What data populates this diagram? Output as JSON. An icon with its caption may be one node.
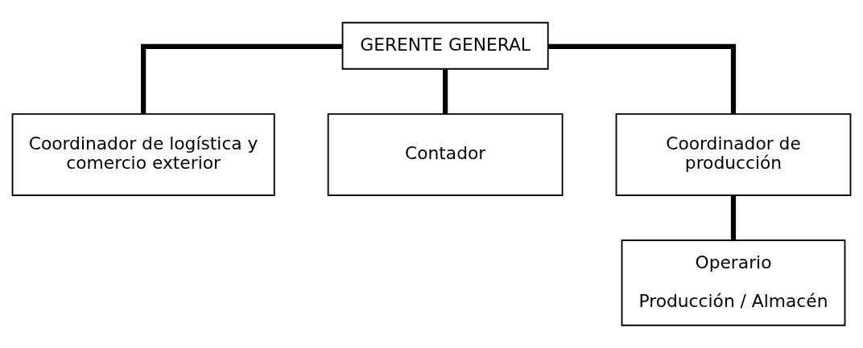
{
  "diagram": {
    "nodes": [
      {
        "text": [
          "GERENTE GENERAL"
        ]
      },
      {
        "text": [
          "Coordinador de logística y comercio exterior"
        ]
      },
      {
        "text": [
          "Contador"
        ]
      },
      {
        "text": [
          "Coordinador de producción"
        ]
      },
      {
        "text": [
          "Operario",
          "Producción / Almacén"
        ]
      }
    ],
    "edges": [
      {
        "from": 0,
        "to": 1,
        "arrow": "none"
      },
      {
        "from": 0,
        "to": 2,
        "arrow": "none"
      },
      {
        "from": 0,
        "to": 3,
        "arrow": "none"
      },
      {
        "from": 3,
        "to": 4,
        "arrow": "none"
      }
    ]
  }
}
